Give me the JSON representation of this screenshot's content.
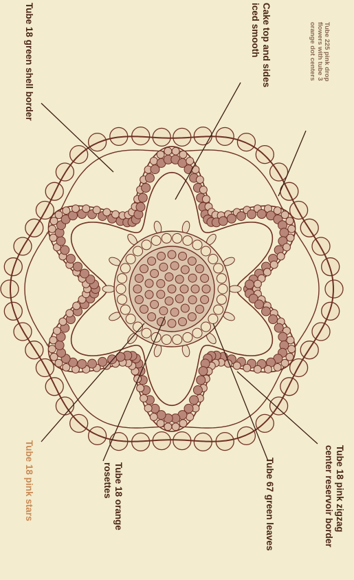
{
  "colors": {
    "background": "#f3ecce",
    "ink": "#6e2f22",
    "brown_text": "#4a2516",
    "faint_text": "#8a6a57",
    "orange_text": "#c98a55"
  },
  "labels": {
    "shell_border": "Tube 18 green shell border",
    "cake_top": [
      "Cake top and sides",
      "iced smooth"
    ],
    "drop_flowers": [
      "Tube 225 pink drop",
      "flowers with tube 3",
      "orange dot centers"
    ],
    "zigzag": [
      "Tube 18 pink zigzag",
      "center reservoir border"
    ],
    "leaves": "Tube 67 green leaves",
    "rosettes": [
      "Tube 18 orange",
      "rosettes"
    ],
    "stars": "Tube 18 pink stars"
  }
}
